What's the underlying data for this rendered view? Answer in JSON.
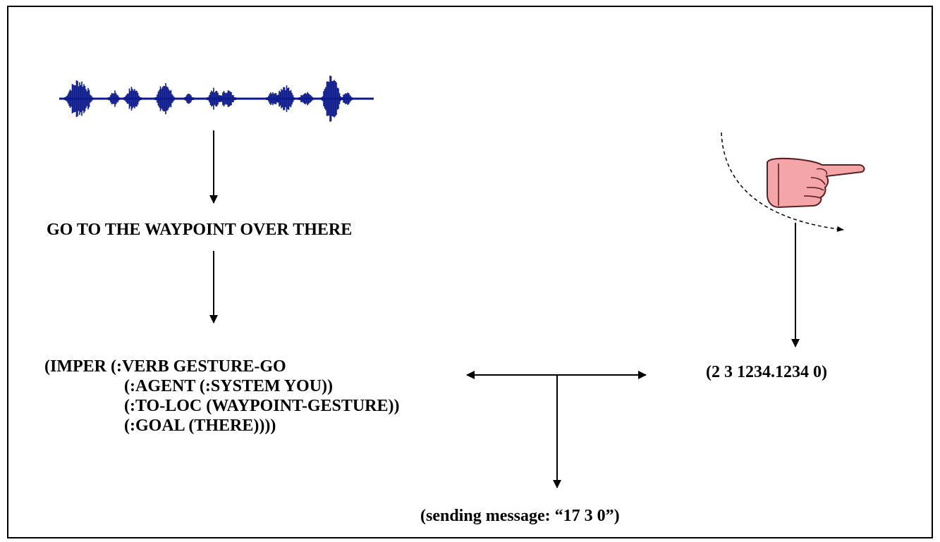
{
  "diagram": {
    "speech_text": "GO TO THE WAYPOINT OVER THERE",
    "logical_form": [
      "(IMPER (:VERB GESTURE-GO",
      "(:AGENT (:SYSTEM YOU))",
      "(:TO-LOC (WAYPOINT-GESTURE))",
      "(:GOAL (THERE))))"
    ],
    "gesture_output": "(2 3 1234.1234 0)",
    "message": "(sending message:  “17 3 0”)",
    "icons": [
      "speech-waveform-icon",
      "pointing-hand-icon"
    ],
    "colors": {
      "waveform": "#0d1a8c",
      "hand_fill": "#f4a5a8",
      "hand_stroke": "#5a1f22"
    }
  }
}
